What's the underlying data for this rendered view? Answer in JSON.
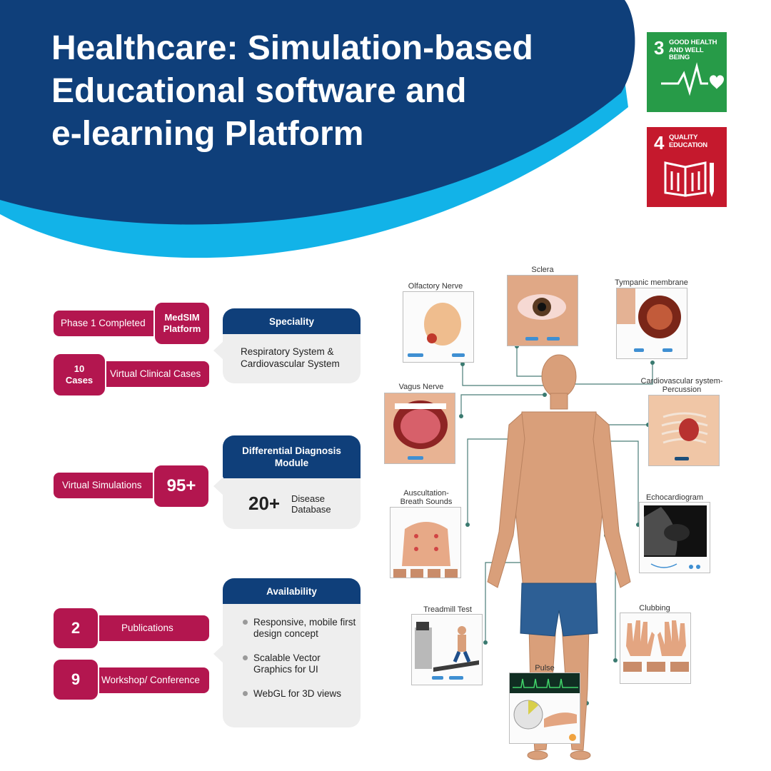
{
  "header": {
    "title_lines": [
      "Healthcare: Simulation-based",
      "Educational software and",
      "e-learning Platform"
    ]
  },
  "sdg": [
    {
      "number": "3",
      "label": "GOOD HEALTH AND WELL BEING",
      "color": "#279b48",
      "icon": "heartbeat-icon"
    },
    {
      "number": "4",
      "label": "QUALITY EDUCATION",
      "color": "#c5192d",
      "icon": "book-pencil-icon"
    }
  ],
  "colors": {
    "navy": "#0f3f7a",
    "cyan": "#12b3e8",
    "magenta": "#b3164f",
    "card": "#eeeeee"
  },
  "stats": {
    "phase": {
      "label": "Phase 1 Completed",
      "badge": "MedSIM Platform"
    },
    "cases": {
      "badge": "10 Cases",
      "label": "Virtual Clinical Cases"
    },
    "simulations": {
      "label": "Virtual Simulations",
      "badge": "95+"
    },
    "publications": {
      "badge": "2",
      "label": "Publications"
    },
    "workshops": {
      "badge": "9",
      "label": "Workshop/ Conference"
    }
  },
  "speciality": {
    "title": "Speciality",
    "body": "Respiratory System & Cardiovascular System"
  },
  "diagnosis": {
    "title": "Differential Diagnosis Module",
    "count": "20+",
    "label": "Disease Database"
  },
  "availability": {
    "title": "Availability",
    "items": [
      "Responsive, mobile first design concept",
      "Scalable Vector Graphics for UI",
      "WebGL for 3D views"
    ]
  },
  "panels": {
    "olfactory": "Olfactory Nerve",
    "sclera": "Sclera",
    "tympanic": "Tympanic membrane",
    "vagus": "Vagus Nerve",
    "cardio": "Cardiovascular system- Percussion",
    "auscultation": "Auscultation- Breath Sounds",
    "echo": "Echocardiogram",
    "treadmill": "Treadmill Test",
    "clubbing": "Clubbing",
    "pulse": "Pulse"
  }
}
